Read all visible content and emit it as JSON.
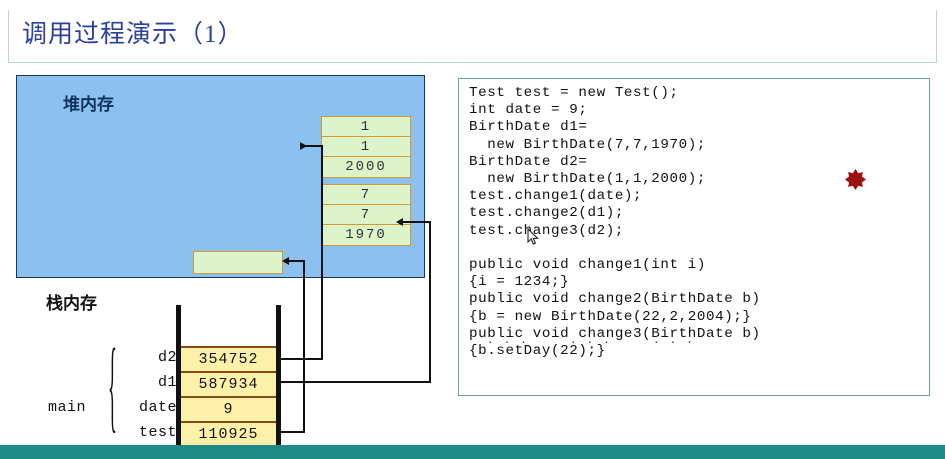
{
  "slide": {
    "title": "调用过程演示（1）",
    "accent_color": "#2b3f9e",
    "bottom_bar_color": "#1f8a85"
  },
  "heap": {
    "label": "堆内存",
    "panel_color": "#8cc0ee",
    "box_fill": "#ddf4cb",
    "box_border": "#cf9a33",
    "objects": [
      {
        "name": "birthdate-d2-object",
        "cells": [
          "1",
          "1",
          "2000"
        ]
      },
      {
        "name": "birthdate-d1-object",
        "cells": [
          "7",
          "7",
          "1970"
        ]
      },
      {
        "name": "test-object",
        "cells": [
          ""
        ]
      }
    ]
  },
  "stack": {
    "label": "栈内存",
    "frame_label": "main",
    "cell_fill": "#fdf0a8",
    "cell_border": "#8c4a13",
    "rows": [
      {
        "name": "d2",
        "value": "354752"
      },
      {
        "name": "d1",
        "value": "587934"
      },
      {
        "name": "date",
        "value": "9"
      },
      {
        "name": "test",
        "value": "110925"
      }
    ]
  },
  "code": {
    "border_color": "#6e9ea0",
    "ellipsis_row": "...  ...  ...",
    "text": "Test test = new Test();\nint date = 9;\nBirthDate d1=\n  new BirthDate(7,7,1970);\nBirthDate d2=\n  new BirthDate(1,1,2000);\ntest.change1(date);\ntest.change2(d1);\ntest.change3(d2);\n\npublic void change1(int i)\n{i = 1234;}\npublic void change2(BirthDate b)\n{b = new BirthDate(22,2,2004);}\npublic void change3(BirthDate b)\n{b.setDay(22);}",
    "marker_color": "#9c1010"
  }
}
